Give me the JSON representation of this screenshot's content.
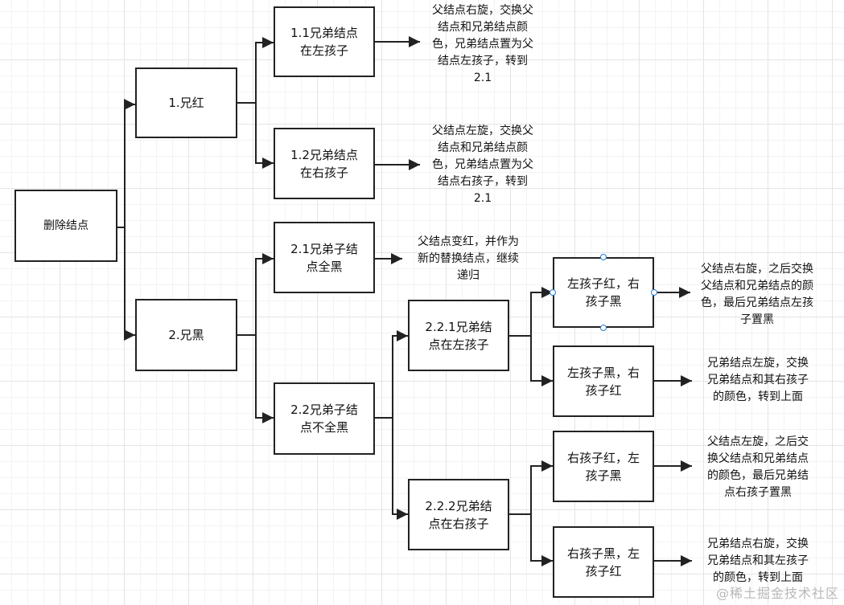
{
  "nodes": {
    "root": "删除结点",
    "n1": "1.兄红",
    "n2": "2.兄黑",
    "n11": "1.1兄弟结点\n在左孩子",
    "n12": "1.2兄弟结点\n在右孩子",
    "n21": "2.1兄弟子结\n点全黑",
    "n22": "2.2兄弟子结\n点不全黑",
    "n221": "2.2.1兄弟结\n点在左孩子",
    "n222": "2.2.2兄弟结\n点在右孩子",
    "n2211": "左孩子红，右\n孩子黑",
    "n2212": "左孩子黑，右\n孩子红",
    "n2221": "右孩子红，左\n孩子黑",
    "n2222": "右孩子黑，左\n孩子红"
  },
  "notes": {
    "t11": "父结点右旋，交换父\n结点和兄弟结点颜\n色，兄弟结点置为父\n结点左孩子，转到\n2.1",
    "t12": "父结点左旋，交换父\n结点和兄弟结点颜\n色，兄弟结点置为父\n结点右孩子，转到\n2.1",
    "t21": "父结点变红，并作为\n新的替换结点，继续\n递归",
    "t2211": "父结点右旋，之后交换\n父结点和兄弟结点的颜\n色，最后兄弟结点左孩\n子置黑",
    "t2212": "兄弟结点左旋，交换\n兄弟结点和其右孩子\n的颜色，转到上面",
    "t2221": "父结点左旋，之后交\n换父结点和兄弟结点\n的颜色，最后兄弟结\n点右孩子置黑",
    "t2222": "兄弟结点右旋，交换\n兄弟结点和其左孩子\n的颜色，转到上面"
  },
  "watermark": "@稀土掘金技术社区"
}
